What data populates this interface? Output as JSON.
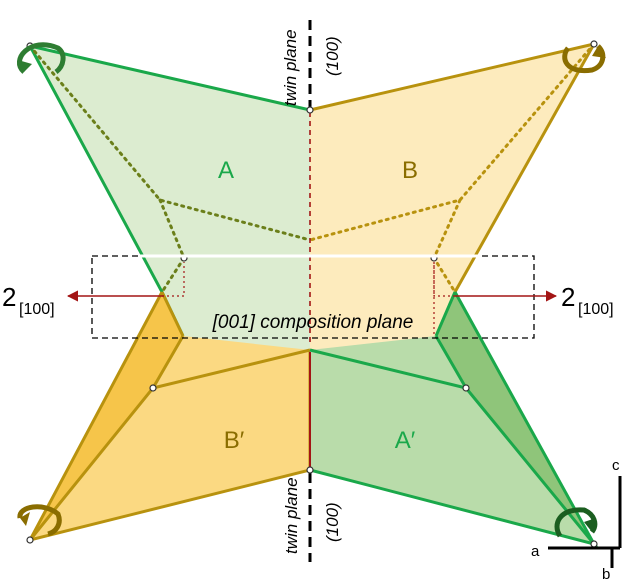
{
  "colors": {
    "green": "#1aa84a",
    "green_light": "#dcecd0",
    "green_mid": "#b9dcaa",
    "green_dark": "#8fc57a",
    "gold": "#b8920e",
    "gold_light": "#fdebbd",
    "gold_mid": "#fbd982",
    "gold_dark": "#f6c54a",
    "olive": "#6b7f1a",
    "red": "#a31515",
    "black": "#000000"
  },
  "labels": {
    "crystal_a": "A",
    "crystal_b": "B",
    "crystal_b_prime": "B′",
    "crystal_a_prime": "A′",
    "twin_plane_top": "twin plane",
    "twin_plane_top_index": "(100)",
    "twin_plane_bottom": "twin plane",
    "twin_plane_bottom_index": "(100)",
    "composition_plane": "[001] composition plane",
    "axis_left": "2",
    "axis_left_sub": "[100]",
    "axis_right": "2",
    "axis_right_sub": "[100]",
    "axis_a": "a",
    "axis_b": "b",
    "axis_c": "c"
  },
  "icons": {
    "rotation_marker": "curved-rotation-arrow-icon",
    "two_fold_axis": "double-arrow-axis-icon"
  }
}
